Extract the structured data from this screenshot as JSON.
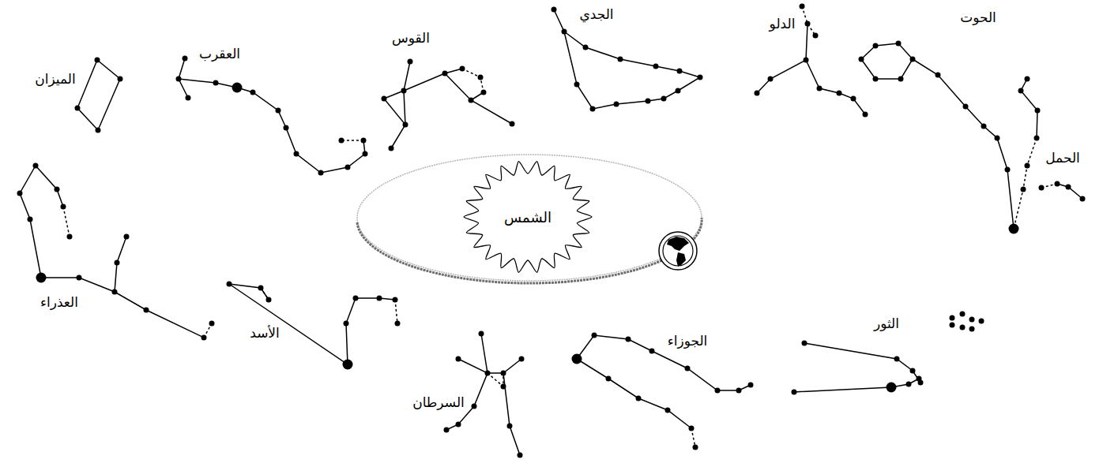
{
  "diagram": {
    "nodes": [
      {
        "text": [
          "الشمس"
        ]
      }
    ],
    "labels": [
      "الميزان",
      "العقرب",
      "القوس",
      "الجدي",
      "الدلو",
      "الحوت",
      "الحمل",
      "العذراء",
      "الأسد",
      "السرطان",
      "الجوزاء",
      "الثور"
    ]
  }
}
